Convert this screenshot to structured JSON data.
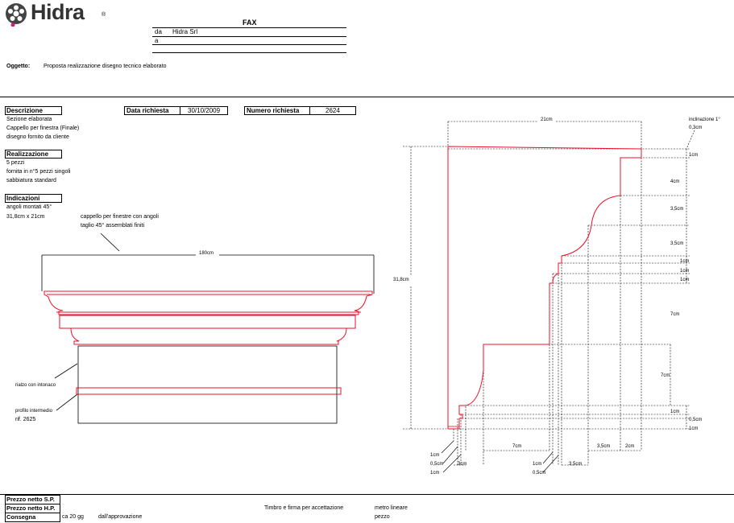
{
  "header": {
    "brand": "Hidra",
    "fax_title": "FAX",
    "da_label": "da",
    "da_value": "Hidra Srl",
    "a_label": "a"
  },
  "oggetto": {
    "label": "Oggetto:",
    "value": "Proposta realizzazione disegno tecnico elaborato"
  },
  "descrizione": {
    "label": "Descrizione",
    "lines": [
      "Sezione elaborata",
      "Cappello per finestra (Finale)",
      "disegno fornito da cliente"
    ]
  },
  "data_richiesta": {
    "label": "Data richiesta",
    "value": "30/10/2009"
  },
  "numero_richiesta": {
    "label": "Numero richiesta",
    "value": "2624"
  },
  "realizzazione": {
    "label": "Realizzazione",
    "lines": [
      "5 pezzi",
      "fornita in n°5 pezzi singoli",
      "sabbiatura standard"
    ]
  },
  "indicazioni": {
    "label": "Indicazioni",
    "lines": [
      "angoli montati 45°",
      "31,8cm x 21cm"
    ],
    "note_lines": [
      "cappello per finestre con angoli",
      "taglio 45° assemblati finiti"
    ]
  },
  "front_drawing": {
    "width_label": "180cm",
    "note_rialzo": "rialzo con intonaco",
    "note_profilo": "profilo intermedio",
    "note_rif": "rif. 2625"
  },
  "section_drawing": {
    "top_width": "21cm",
    "inclinazione": "inclinazione 1°",
    "incl_value": "0,3cm",
    "height": "31,8cm",
    "right_dims": [
      "1cm",
      "4cm",
      "3,5cm",
      "3,5cm",
      "1cm",
      "1cm",
      "1cm",
      "7cm",
      "7cm",
      "1cm",
      "0,5cm",
      "1cm"
    ],
    "bottom_dims": [
      "1cm",
      "0,5cm",
      "1cm",
      "3cm",
      "7cm",
      "1cm",
      "0,5cm",
      "3,5cm",
      "3,5cm",
      "2cm"
    ]
  },
  "footer": {
    "prezzo_sp": "Prezzo netto S.P.",
    "prezzo_hp": "Prezzo netto H.P.",
    "consegna": "Consegna",
    "consegna_value": "ca 20 gg",
    "consegna_note": "dall'approvazione",
    "timbro": "Timbro e firma per accettazione",
    "metro_lineare": "metro lineare",
    "pezzo": "pezzo"
  },
  "colors": {
    "profile_red": "#e8102a",
    "line": "#000000"
  }
}
